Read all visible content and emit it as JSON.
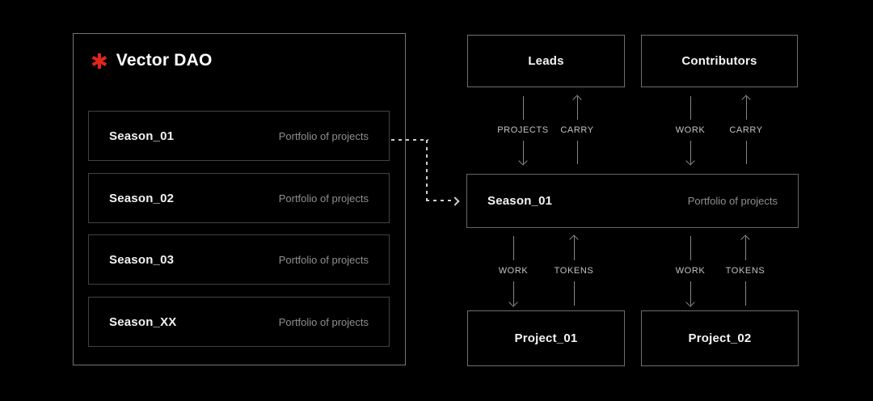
{
  "colors": {
    "background": "#000000",
    "accent_red": "#e1251b",
    "text_primary": "#f2f2f2",
    "text_muted": "#8f8f8f",
    "arrow_line": "#868686",
    "panel_border": "#757575",
    "row_border": "#424242"
  },
  "panel": {
    "logo_glyph": "✱",
    "title": "Vector DAO",
    "seasons": [
      {
        "name": "Season_01",
        "description": "Portfolio of projects"
      },
      {
        "name": "Season_02",
        "description": "Portfolio of projects"
      },
      {
        "name": "Season_03",
        "description": "Portfolio of projects"
      },
      {
        "name": "Season_XX",
        "description": "Portfolio of projects"
      }
    ]
  },
  "flow": {
    "leads_box": {
      "label": "Leads"
    },
    "contributors_box": {
      "label": "Contributors"
    },
    "season_box": {
      "name": "Season_01",
      "description": "Portfolio of projects"
    },
    "project_boxes": [
      {
        "label": "Project_01"
      },
      {
        "label": "Project_02"
      }
    ],
    "top_arrows": [
      {
        "label": "PROJECTS",
        "direction": "down"
      },
      {
        "label": "CARRY",
        "direction": "up"
      },
      {
        "label": "WORK",
        "direction": "down"
      },
      {
        "label": "CARRY",
        "direction": "up"
      }
    ],
    "bottom_arrows": [
      {
        "label": "WORK",
        "direction": "down"
      },
      {
        "label": "TOKENS",
        "direction": "up"
      },
      {
        "label": "WORK",
        "direction": "down"
      },
      {
        "label": "TOKENS",
        "direction": "up"
      }
    ]
  }
}
